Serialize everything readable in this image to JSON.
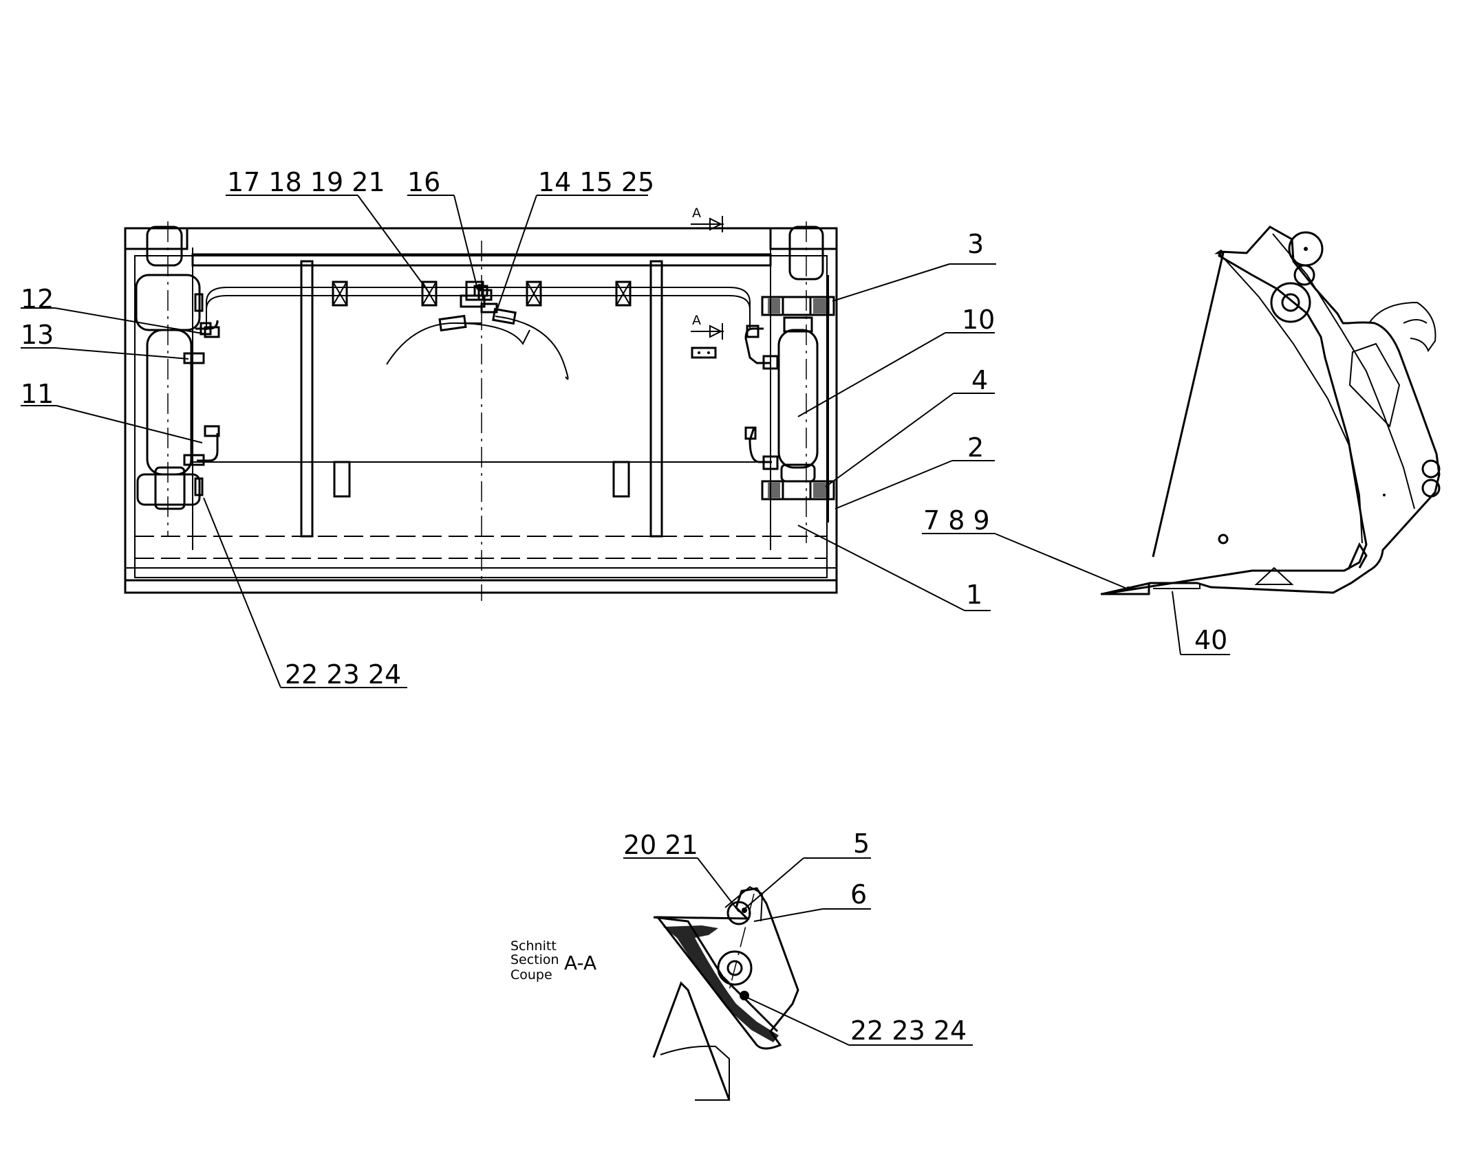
{
  "callouts": {
    "c_17_18_19_21": "17 18 19 21",
    "c_16": "16",
    "c_14_15_25": "14 15 25",
    "c_3": "3",
    "c_12": "12",
    "c_13": "13",
    "c_10": "10",
    "c_11": "11",
    "c_4": "4",
    "c_2": "2",
    "c_7_8_9": "7 8 9",
    "c_1": "1",
    "c_22_23_24_main": "22 23 24",
    "c_40": "40",
    "c_20_21": "20 21",
    "c_5": "5",
    "c_6": "6",
    "c_22_23_24_section": "22 23 24"
  },
  "view_markers": {
    "a_upper": "A",
    "a_lower": "A"
  },
  "section_label": {
    "line1": "Schnitt",
    "line2": "Section",
    "line3": "Coupe",
    "name": "A-A"
  }
}
